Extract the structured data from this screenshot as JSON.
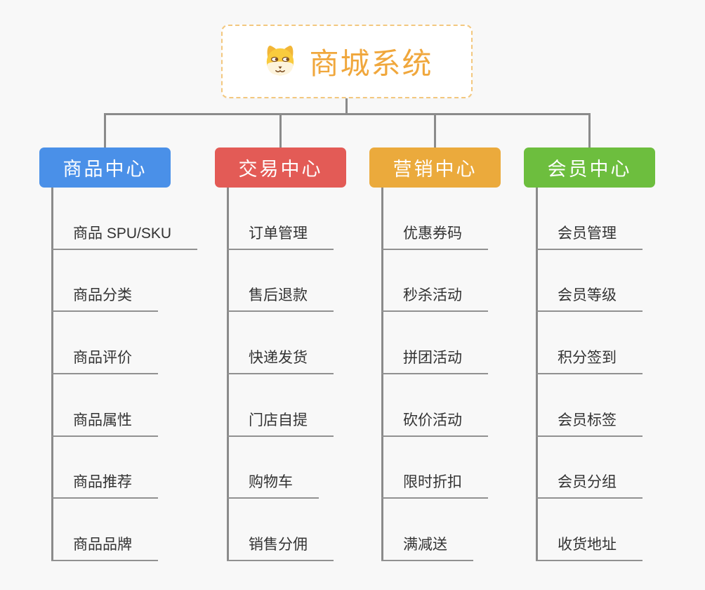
{
  "root": {
    "title": "商城系统",
    "icon": "dog-face-icon",
    "title_color": "#f0a73c",
    "border_color": "#f3c87f"
  },
  "connector_color": "#8b8b8b",
  "background_color": "#f8f8f8",
  "branches": [
    {
      "label": "商品中心",
      "color": "#4a90e8",
      "children": [
        "商品 SPU/SKU",
        "商品分类",
        "商品评价",
        "商品属性",
        "商品推荐",
        "商品品牌"
      ]
    },
    {
      "label": "交易中心",
      "color": "#e35b56",
      "children": [
        "订单管理",
        "售后退款",
        "快递发货",
        "门店自提",
        "购物车",
        "销售分佣"
      ]
    },
    {
      "label": "营销中心",
      "color": "#ebaa3c",
      "children": [
        "优惠券码",
        "秒杀活动",
        "拼团活动",
        "砍价活动",
        "限时折扣",
        "满减送"
      ]
    },
    {
      "label": "会员中心",
      "color": "#6dbe3e",
      "children": [
        "会员管理",
        "会员等级",
        "积分签到",
        "会员标签",
        "会员分组",
        "收货地址"
      ]
    }
  ]
}
